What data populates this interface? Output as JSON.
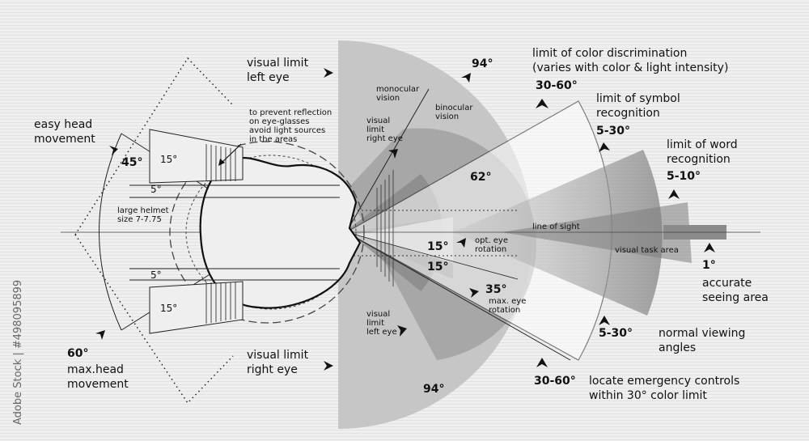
{
  "labels": {
    "visual_limit_left_eye_top": [
      "visual limit",
      "left eye"
    ],
    "deg_94_top": "94°",
    "color_discrimination": [
      "limit of color discrimination",
      "(varies with color & light intensity)"
    ],
    "color_range_top": "30-60°",
    "symbol_recognition": [
      "limit of symbol",
      "recognition"
    ],
    "symbol_range": "5-30°",
    "word_recognition": [
      "limit of word",
      "recognition"
    ],
    "word_range": "5-10°",
    "easy_head_movement": [
      "easy head",
      "movement"
    ],
    "deg_45": "45°",
    "deg_15_upper": "15°",
    "deg_5_upper": "5°",
    "reflection_note": [
      "to prevent reflection",
      "on eye-glasses",
      "avoid light sources",
      "in the areas"
    ],
    "monocular_vision": [
      "monocular",
      "vision"
    ],
    "binocular_vision": [
      "binocular",
      "vision"
    ],
    "visual_limit_right_eye_small": [
      "visual",
      "limit",
      "right eye"
    ],
    "deg_62": "62°",
    "large_helmet": [
      "large helmet",
      "size 7-7.75"
    ],
    "line_of_sight": "line of sight",
    "deg_15_opt_a": "15°",
    "opt_eye_rotation": [
      "opt. eye",
      "rotation"
    ],
    "deg_15_opt_b": "15°",
    "visual_task_area": "visual task area",
    "deg_1": "1°",
    "accurate_seeing_area": [
      "accurate",
      "seeing area"
    ],
    "deg_5_lower": "5°",
    "deg_15_lower": "15°",
    "deg_35": "35°",
    "max_eye_rotation": [
      "max. eye",
      "rotation"
    ],
    "visual_limit_left_eye_small": [
      "visual",
      "limit",
      "left eye"
    ],
    "normal_viewing_range": "5-30°",
    "normal_viewing_angles": [
      "normal viewing",
      "angles"
    ],
    "max_head_range": "60°",
    "max_head_movement": [
      "max.head",
      "movement"
    ],
    "visual_limit_right_eye_bottom": [
      "visual limit",
      "right eye"
    ],
    "color_range_bottom": "30-60°",
    "locate_emergency": [
      "locate emergency controls",
      "within 30° color limit"
    ],
    "deg_94_bottom": "94°",
    "stock_id": "Adobe Stock | #498095899"
  },
  "colors": {
    "background": "#efefef",
    "fan_light": "#c4c4c4",
    "fan_mid": "#a8a8a8",
    "fan_dark": "#8a8a8a",
    "outline": "#111111"
  }
}
